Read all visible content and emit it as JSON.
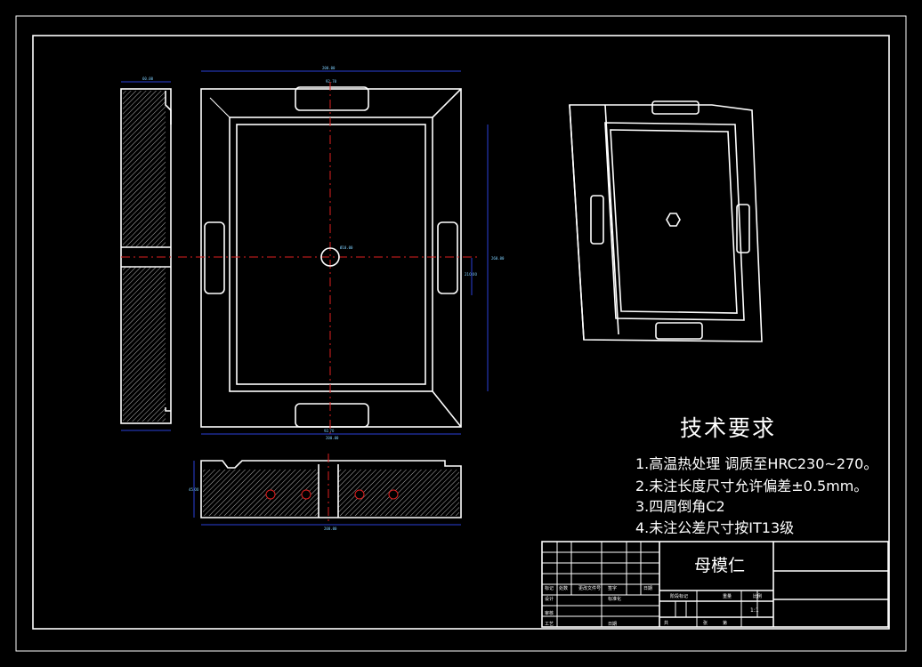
{
  "tech_requirements": {
    "title": "技术要求",
    "items": [
      "1.高温热处理  调质至HRC230~270。",
      "2.未注长度尺寸允许偏差±0.5mm。",
      "3.四周倒角C2",
      "4.未注公差尺寸按IT13级"
    ]
  },
  "title_block": {
    "part_name": "母模仁",
    "scale": "1:1",
    "cells": {
      "mark": "标记",
      "count": "处数",
      "file_no": "更改文件号",
      "sign": "签字",
      "date": "日期",
      "designer": "设计",
      "standardize": "标准化",
      "check": "审核",
      "process": "工艺",
      "approve": "日期",
      "stage_mark": "阶段标记",
      "weight": "重量",
      "ratio": "比例",
      "sheets_total": "共",
      "sheet": "张",
      "sheet_of": "第"
    }
  },
  "dimensions": {
    "top_width": "200.00",
    "top_slot": "92.70",
    "bottom_slot": "92.70",
    "bottom_width": "200.00",
    "right_height": "260.00",
    "inner_height": "210.00",
    "hole": "Ø10.00",
    "side_thk": "60.00",
    "front_width": "200.00",
    "front_height": "45.00"
  }
}
